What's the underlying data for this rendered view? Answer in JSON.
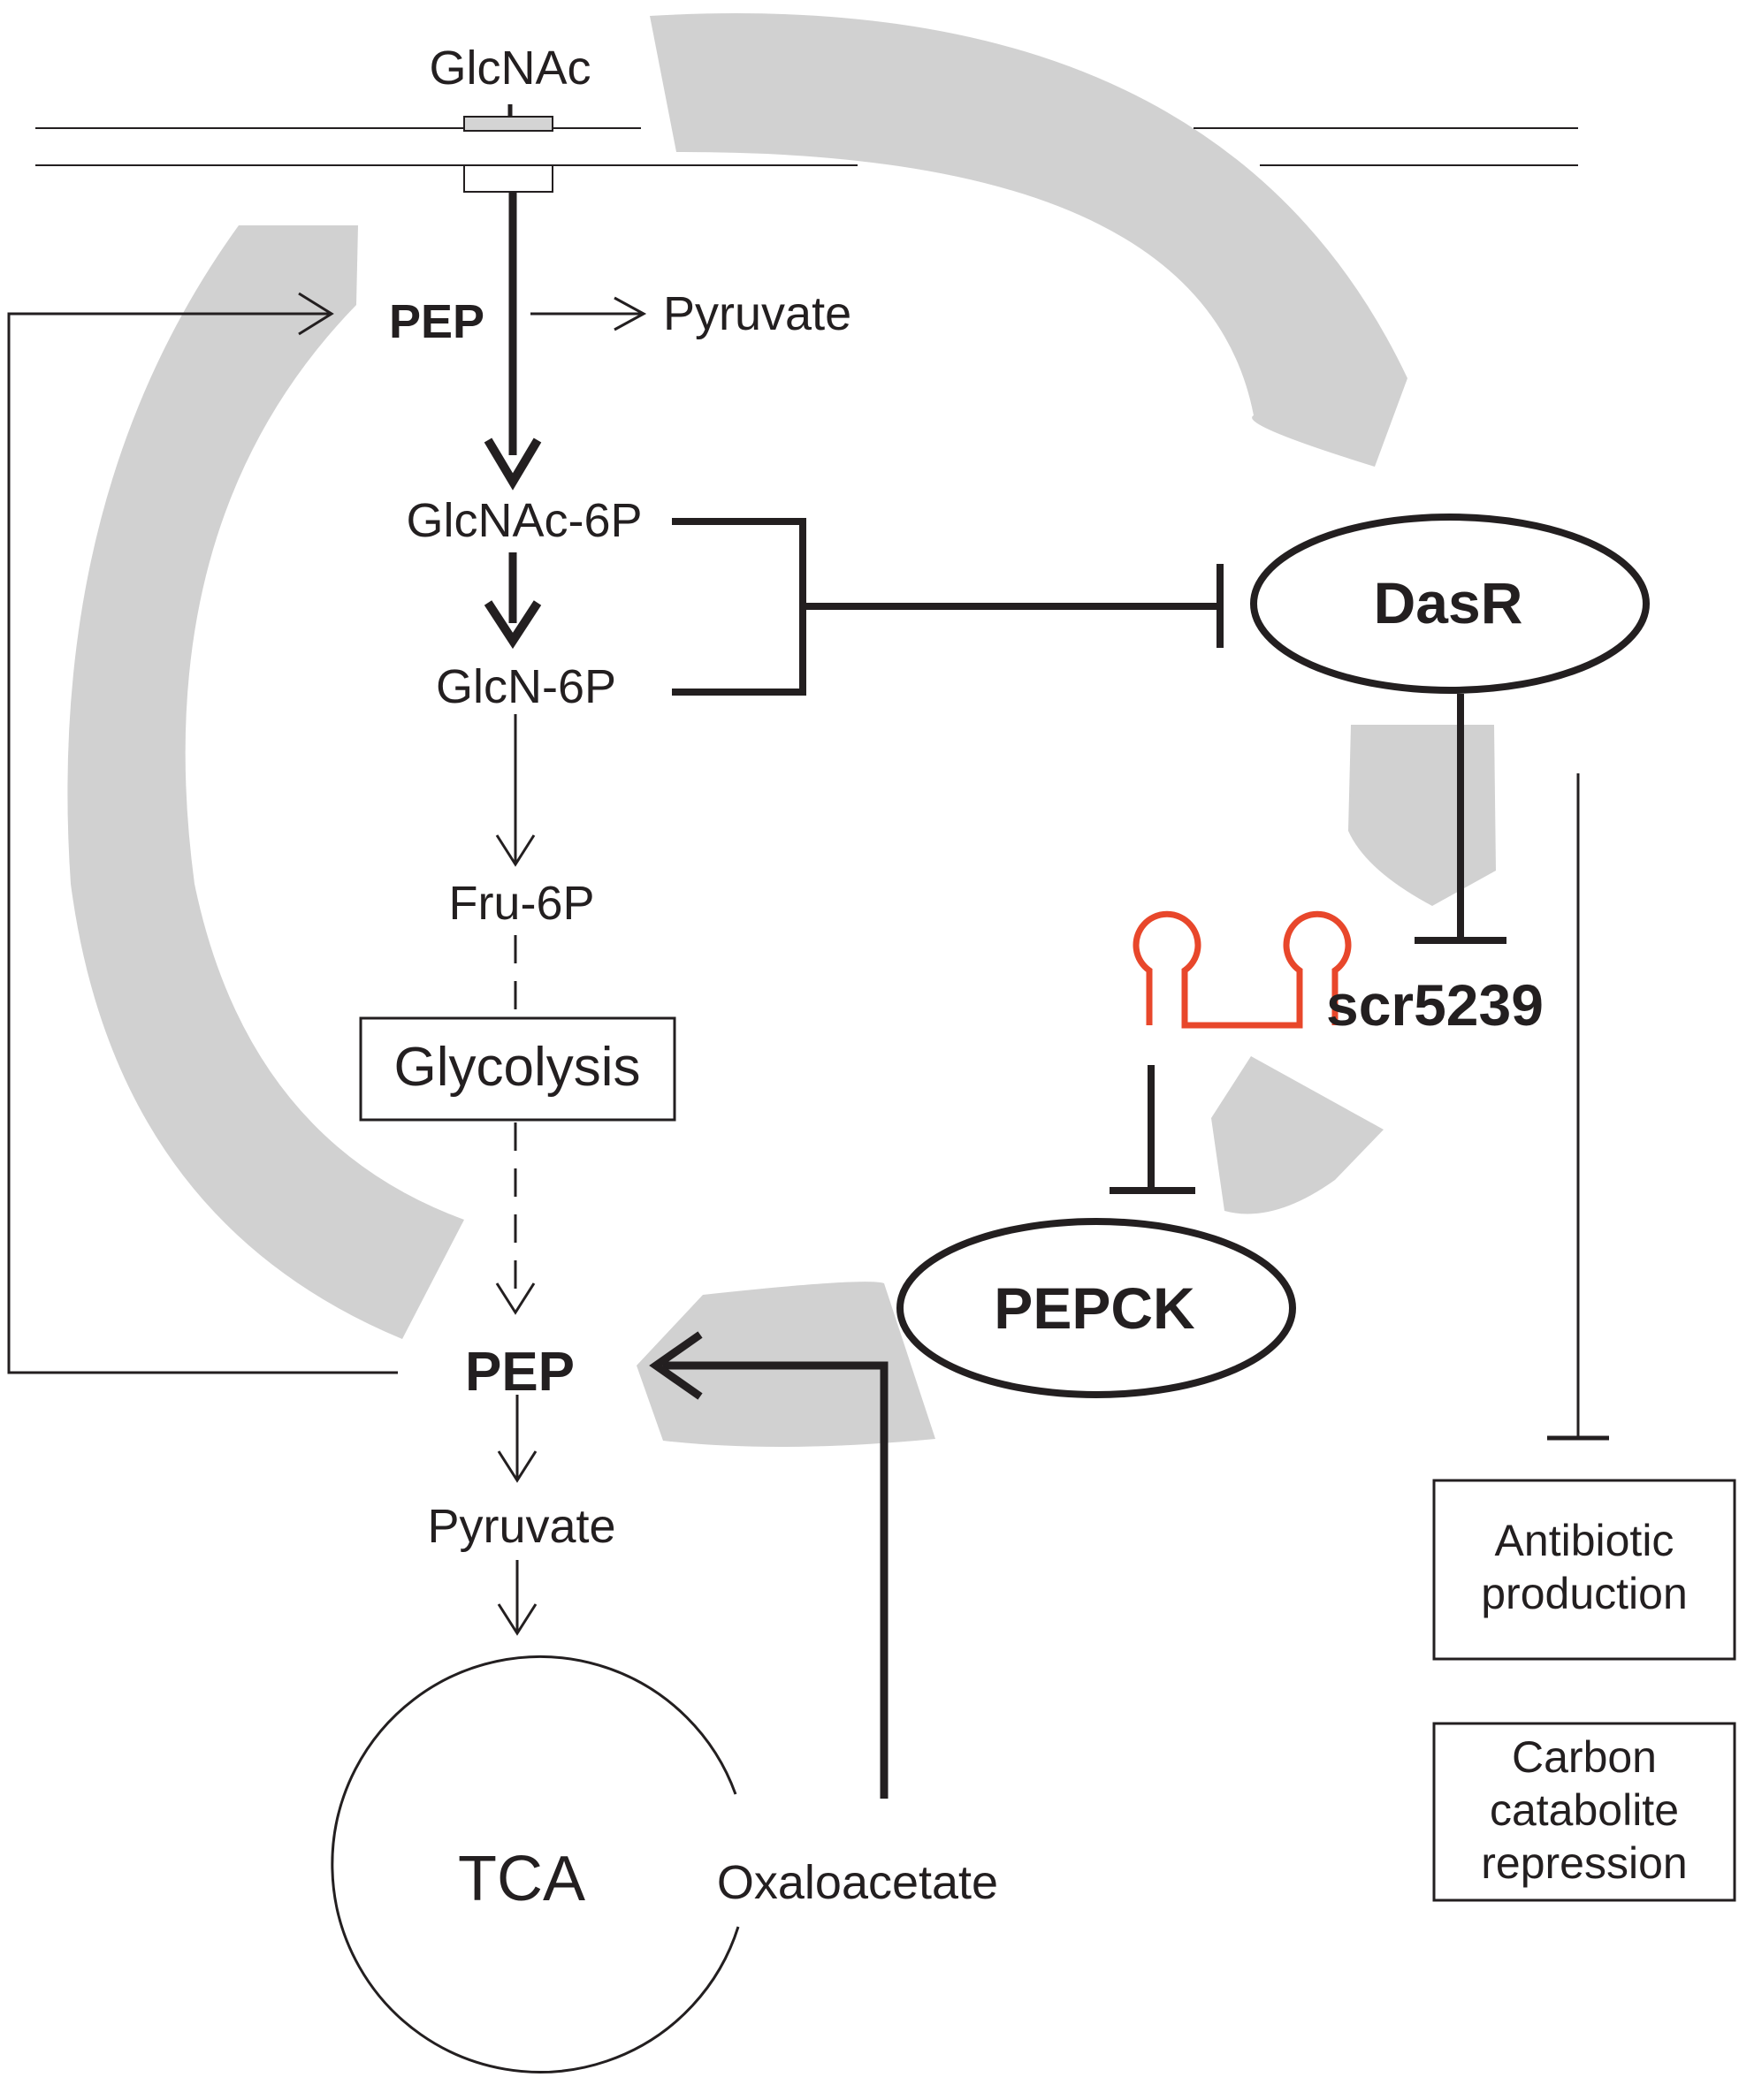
{
  "nodes": {
    "glcnac": "GlcNAc",
    "pep_top": "PEP",
    "pyruvate_top": "Pyruvate",
    "glcnac_6p": "GlcNAc-6P",
    "glcn_6p": "GlcN-6P",
    "fru_6p": "Fru-6P",
    "glycolysis": "Glycolysis",
    "pep_bottom": "PEP",
    "pyruvate_bottom": "Pyruvate",
    "tca": "TCA",
    "oxaloacetate": "Oxaloacetate",
    "dasr": "DasR",
    "scr5239": "scr5239",
    "pepck": "PEPCK"
  },
  "outputs": {
    "antibiotic_line1": "Antibiotic",
    "antibiotic_line2": "production",
    "ccr_line1": "Carbon",
    "ccr_line2": "catabolite",
    "ccr_line3": "repression"
  },
  "colors": {
    "ink": "#231f20",
    "band": "#d1d1d1",
    "srna": "#e8472b"
  }
}
